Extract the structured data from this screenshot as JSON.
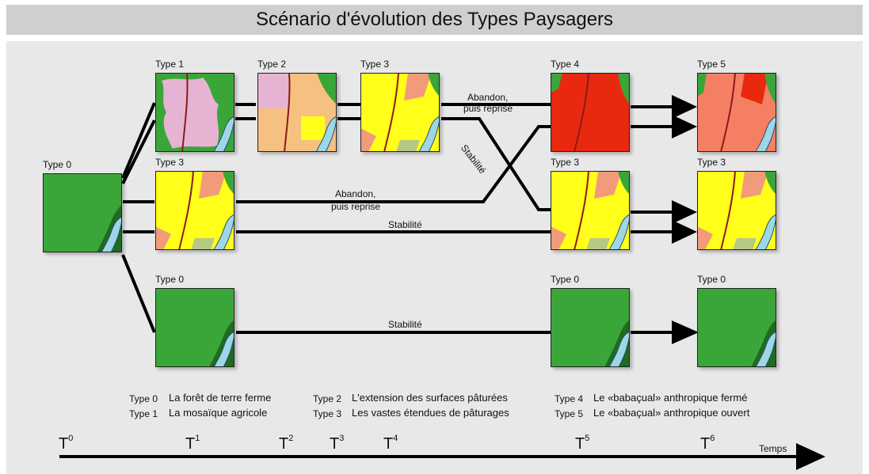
{
  "title": "Scénario d'évolution des Types Paysagers",
  "tiles": [
    {
      "id": "t0-main",
      "label": "Type 0",
      "kind": "type0"
    },
    {
      "id": "top-t1",
      "label": "Type 1",
      "kind": "type1"
    },
    {
      "id": "top-t2",
      "label": "Type 2",
      "kind": "type2"
    },
    {
      "id": "top-t3",
      "label": "Type 3",
      "kind": "type3"
    },
    {
      "id": "top-t4",
      "label": "Type 4",
      "kind": "type4"
    },
    {
      "id": "top-t5",
      "label": "Type 5",
      "kind": "type5"
    },
    {
      "id": "mid-t3a",
      "label": "Type 3",
      "kind": "type3"
    },
    {
      "id": "mid-t3b",
      "label": "Type 3",
      "kind": "type3"
    },
    {
      "id": "mid-t3c",
      "label": "Type 3",
      "kind": "type3"
    },
    {
      "id": "bot-t0a",
      "label": "Type 0",
      "kind": "type0"
    },
    {
      "id": "bot-t0b",
      "label": "Type 0",
      "kind": "type0"
    },
    {
      "id": "bot-t0c",
      "label": "Type 0",
      "kind": "type0"
    }
  ],
  "flow_labels": {
    "abandon_top_1": "Abandon,",
    "abandon_top_2": "puis reprise",
    "stabilite_diag": "Stabilité",
    "abandon_mid_1": "Abandon,",
    "abandon_mid_2": "puis reprise",
    "stabilite_mid": "Stabilité",
    "stabilite_bot": "Stabilité"
  },
  "legend": [
    {
      "code": "Type 0",
      "desc": "La forêt de terre ferme"
    },
    {
      "code": "Type 1",
      "desc": "La mosaïque agricole"
    },
    {
      "code": "Type 2",
      "desc": "L'extension des surfaces pâturées"
    },
    {
      "code": "Type 3",
      "desc": "Les vastes étendues de pâturages"
    },
    {
      "code": "Type 4",
      "desc": "Le «babaçual» anthropique fermé"
    },
    {
      "code": "Type 5",
      "desc": "Le «babaçual» anthropique ouvert"
    }
  ],
  "timeline": {
    "marks": [
      {
        "t": "T",
        "sup": "0"
      },
      {
        "t": "T",
        "sup": "1"
      },
      {
        "t": "T",
        "sup": "2"
      },
      {
        "t": "T",
        "sup": "3"
      },
      {
        "t": "T",
        "sup": "4"
      },
      {
        "t": "T",
        "sup": "5"
      },
      {
        "t": "T",
        "sup": "6"
      }
    ],
    "axis_label": "Temps"
  },
  "colors": {
    "forest": "#3aa63a",
    "forest_dark": "#1f6b1f",
    "river": "#9ed6e8",
    "pink": "#e6b4d2",
    "orange": "#f6c080",
    "yellow": "#ffff1a",
    "salmon": "#f29b7a",
    "red": "#e8290f",
    "red_light": "#f57f62",
    "road": "#8b1a1a",
    "grass": "#b5c985"
  }
}
